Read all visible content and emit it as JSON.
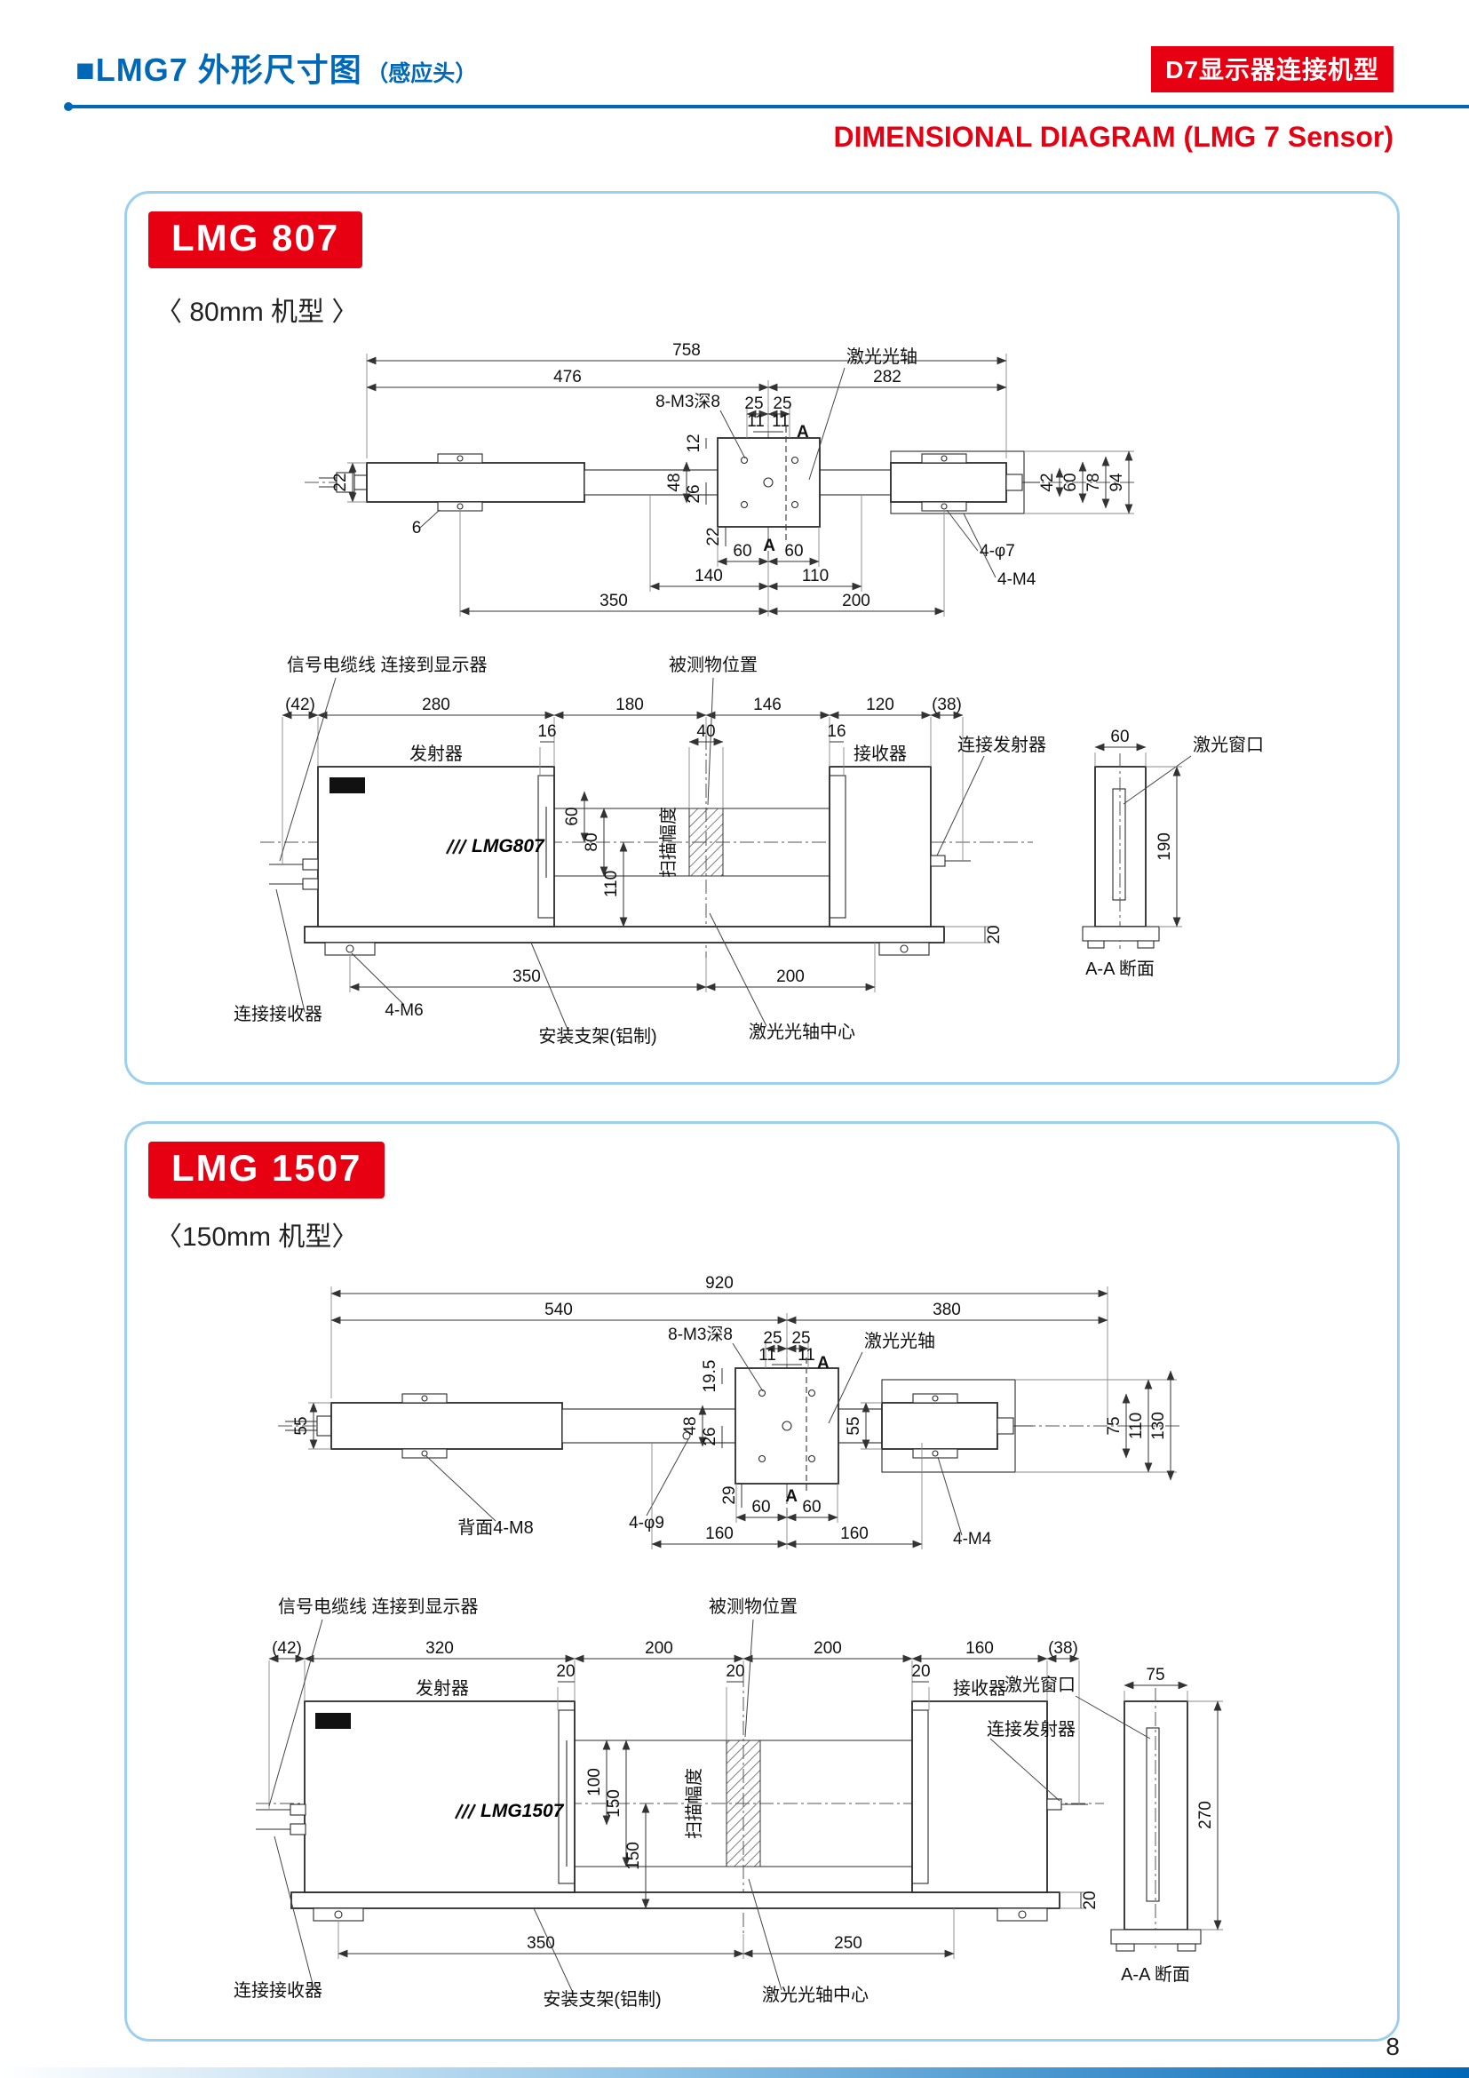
{
  "header": {
    "title_main": "■LMG7 外形尺寸图",
    "title_paren": "（感应头）",
    "badge": "D7显示器连接机型",
    "subtitle_en": "DIMENSIONAL DIAGRAM (LMG 7 Sensor)"
  },
  "page_number": "8",
  "lmg807": {
    "title": "LMG 807",
    "subtitle": "〈 80mm 机型 〉",
    "plan": {
      "overall": "758",
      "left_span": "476",
      "right_span": "282",
      "laser_axis": "激光光轴",
      "holes_label": "8-M3深8",
      "d25a": "25",
      "d25b": "25",
      "d11a": "11",
      "d11b": "11",
      "sec_a_top": "A",
      "sec_a_bottom": "A",
      "d12": "12",
      "d48": "48",
      "d26": "26",
      "d22_center": "22",
      "d22_left": "22",
      "d6": "6",
      "d42": "42",
      "d60_right": "60",
      "d78": "78",
      "d94": "94",
      "d60a": "60",
      "d60b": "60",
      "d140": "140",
      "d110": "110",
      "d350": "350",
      "d200": "200",
      "hole_phi7": "4-φ7",
      "hole_m4": "4-M4"
    },
    "front": {
      "cable_label": "信号电缆线 连接到显示器",
      "object_label": "被测物位置",
      "c42": "(42)",
      "c280": "280",
      "c180": "180",
      "c146": "146",
      "c120": "120",
      "c38": "(38)",
      "d16a": "16",
      "d40": "40",
      "d16b": "16",
      "transmitter": "发射器",
      "receiver": "接收器",
      "model": "LMG807",
      "connect_tx": "连接发射器",
      "window_w": "60",
      "laser_window": "激光窗口",
      "d60": "60",
      "d80": "80",
      "d110": "110",
      "scan_label": "扫描幅度",
      "d190": "190",
      "connect_rx": "连接接收器",
      "m6": "4-M6",
      "b350": "350",
      "b20": "20",
      "b200": "200",
      "bracket": "安装支架(铝制)",
      "axis_center": "激光光轴中心",
      "section": "A-A 断面"
    }
  },
  "lmg1507": {
    "title": "LMG 1507",
    "subtitle": "〈150mm 机型〉",
    "plan": {
      "overall": "920",
      "left_span": "540",
      "right_span": "380",
      "laser_axis": "激光光轴",
      "holes_label": "8-M3深8",
      "d25a": "25",
      "d25b": "25",
      "d11a": "11",
      "d11b": "11",
      "sec_a_top": "A",
      "sec_a_bottom": "A",
      "d195": "19.5",
      "d48": "48",
      "d26": "26",
      "d29": "29",
      "d55_left": "55",
      "d55_right": "55",
      "d75": "75",
      "d110": "110",
      "d130": "130",
      "back_m8": "背面4-M8",
      "phi9": "4-φ9",
      "d60a": "60",
      "d60b": "60",
      "d160a": "160",
      "d160b": "160",
      "m4": "4-M4"
    },
    "front": {
      "cable_label": "信号电缆线 连接到显示器",
      "object_label": "被测物位置",
      "c42": "(42)",
      "c320": "320",
      "c200a": "200",
      "c200b": "200",
      "c160": "160",
      "c38": "(38)",
      "d20a": "20",
      "d20b": "20",
      "d20c": "20",
      "transmitter": "发射器",
      "receiver": "接收器",
      "model": "LMG1507",
      "laser_window": "激光窗口",
      "connect_tx": "连接发射器",
      "d100": "100",
      "d150a": "150",
      "d150b": "150",
      "scan_label": "扫描幅度",
      "d75": "75",
      "d270": "270",
      "connect_rx": "连接接收器",
      "b350": "350",
      "b20": "20",
      "b250": "250",
      "bracket": "安装支架(铝制)",
      "axis_center": "激光光轴中心",
      "section": "A-A 断面"
    }
  }
}
